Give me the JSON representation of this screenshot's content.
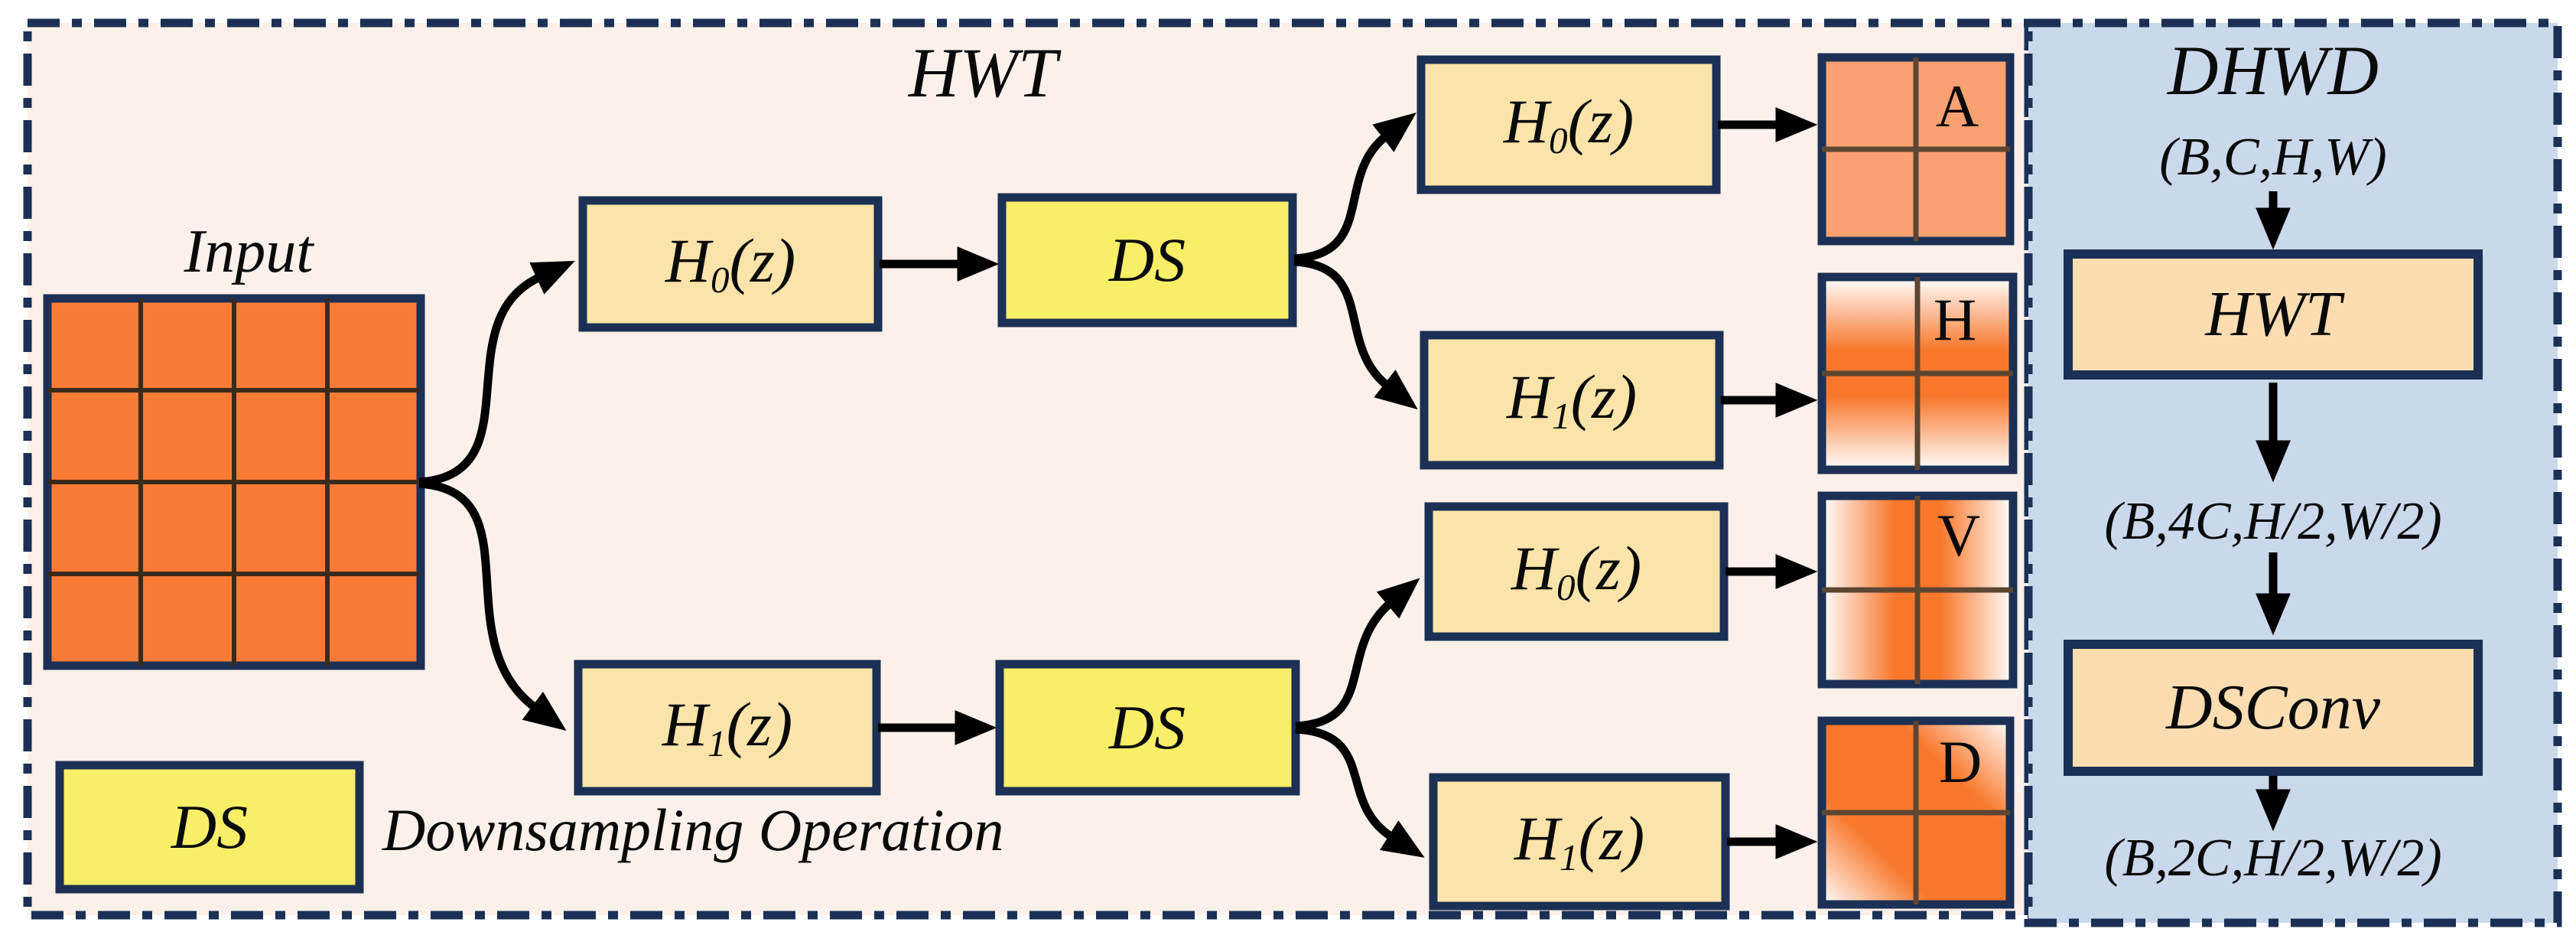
{
  "hwt": {
    "title": "HWT",
    "input_label": "Input",
    "nodes": {
      "h0": {
        "base": "H",
        "sub": "0",
        "arg": "(z)"
      },
      "h1": {
        "base": "H",
        "sub": "1",
        "arg": "(z)"
      },
      "ds": {
        "label": "DS"
      }
    },
    "outputs": {
      "a": {
        "label": "A"
      },
      "h": {
        "label": "H"
      },
      "v": {
        "label": "V"
      },
      "d": {
        "label": "D"
      }
    },
    "legend": {
      "symbol": "DS",
      "description": "Downsampling Operation"
    }
  },
  "dhwd": {
    "title": "DHWD",
    "input_shape": "(B,C,H,W)",
    "hwt_label": "HWT",
    "mid_shape": "(B,4C,H/2,W/2)",
    "dsconv_label": "DSConv",
    "output_shape": "(B,2C,H/2,W/2)"
  },
  "colors": {
    "navy": "#1B3054",
    "panel_cream": "#FBF1EA",
    "panel_blue": "#CAD8EC",
    "orange": "#F87B35",
    "salmon": "#F9A171",
    "grad_orange": "#F8772B",
    "yellow": "#F8EE68",
    "cream": "#FBE4A9",
    "peach": "#FCDDB2"
  }
}
